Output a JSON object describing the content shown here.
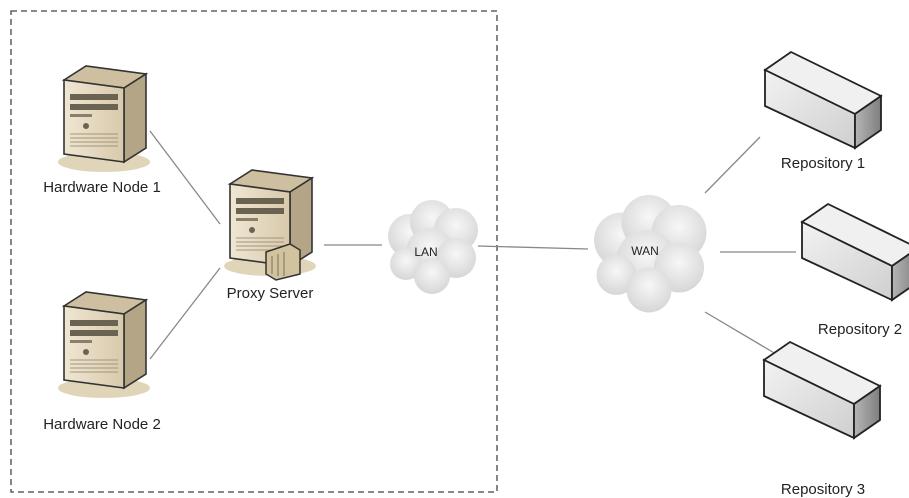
{
  "nodes": {
    "hardware_node_1": "Hardware Node 1",
    "hardware_node_2": "Hardware Node 2",
    "proxy_server": "Proxy Server",
    "repository_1": "Repository 1",
    "repository_2": "Repository 2",
    "repository_3": "Repository 3"
  },
  "networks": {
    "lan": "LAN",
    "wan": "WAN"
  },
  "colors": {
    "server_body": "#e8dcc6",
    "server_dark": "#a89a80",
    "box_face": "#e4e4e4",
    "box_side": "#9a9a9a",
    "cloud": "#e6e6e6",
    "line": "#888888"
  }
}
